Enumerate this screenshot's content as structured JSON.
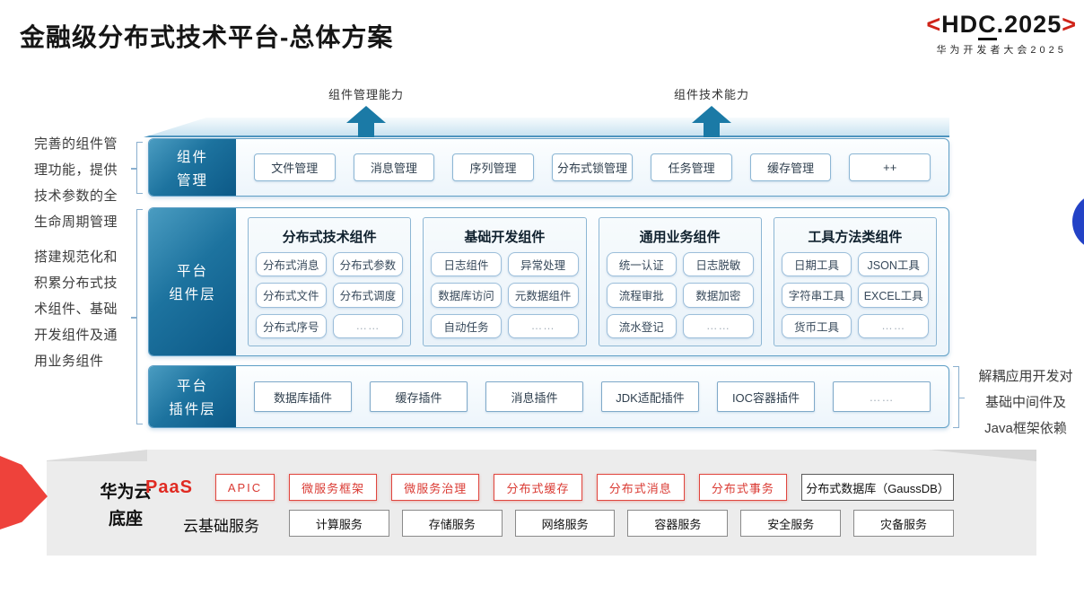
{
  "title": "金融级分布式技术平台-总体方案",
  "logo": {
    "bracket_left": "<",
    "hd": "HD",
    "c": "C",
    "rest": ".2025",
    "bracket_right": ">",
    "subtitle": "华为开发者大会2025"
  },
  "arrows": {
    "left": "组件管理能力",
    "right": "组件技术能力"
  },
  "notes": {
    "left_top": "完善的组件管理功能，提供技术参数的全生命周期管理",
    "left_bottom": "搭建规范化和积累分布式技术组件、基础开发组件及通用业务组件",
    "right1": "解耦应用开发对",
    "right2": "基础中间件及",
    "right3": "Java框架依赖"
  },
  "row_mgmt": {
    "l1": "组件",
    "l2": "管理",
    "items": [
      "文件管理",
      "消息管理",
      "序列管理",
      "分布式锁管理",
      "任务管理",
      "缓存管理",
      "++"
    ]
  },
  "row_comp": {
    "l1": "平台",
    "l2": "组件层",
    "groups": [
      {
        "title": "分布式技术组件",
        "items": [
          "分布式消息",
          "分布式参数",
          "分布式文件",
          "分布式调度",
          "分布式序号",
          "……"
        ]
      },
      {
        "title": "基础开发组件",
        "items": [
          "日志组件",
          "异常处理",
          "数据库访问",
          "元数据组件",
          "自动任务",
          "……"
        ]
      },
      {
        "title": "通用业务组件",
        "items": [
          "统一认证",
          "日志脱敏",
          "流程审批",
          "数据加密",
          "流水登记",
          "……"
        ]
      },
      {
        "title": "工具方法类组件",
        "items": [
          "日期工具",
          "JSON工具",
          "字符串工具",
          "EXCEL工具",
          "货币工具",
          "……"
        ]
      }
    ]
  },
  "row_plugin": {
    "l1": "平台",
    "l2": "插件层",
    "items": [
      "数据库插件",
      "缓存插件",
      "消息插件",
      "JDK适配插件",
      "IOC容器插件",
      "……"
    ]
  },
  "base": {
    "l1": "华为云",
    "l2": "底座",
    "paas": "PaaS",
    "paas_items": [
      "APIC",
      "微服务框架",
      "微服务治理",
      "分布式缓存",
      "分布式消息",
      "分布式事务"
    ],
    "db": "分布式数据库（GaussDB）",
    "iaas": "云基础服务",
    "iaas_items": [
      "计算服务",
      "存储服务",
      "网络服务",
      "容器服务",
      "安全服务",
      "灾备服务"
    ]
  },
  "colors": {
    "accent_teal": "#1b7aa6",
    "accent_red": "#e0453e",
    "accent_blue": "#2342c6",
    "label_gradient_dark": "#0c5987"
  }
}
